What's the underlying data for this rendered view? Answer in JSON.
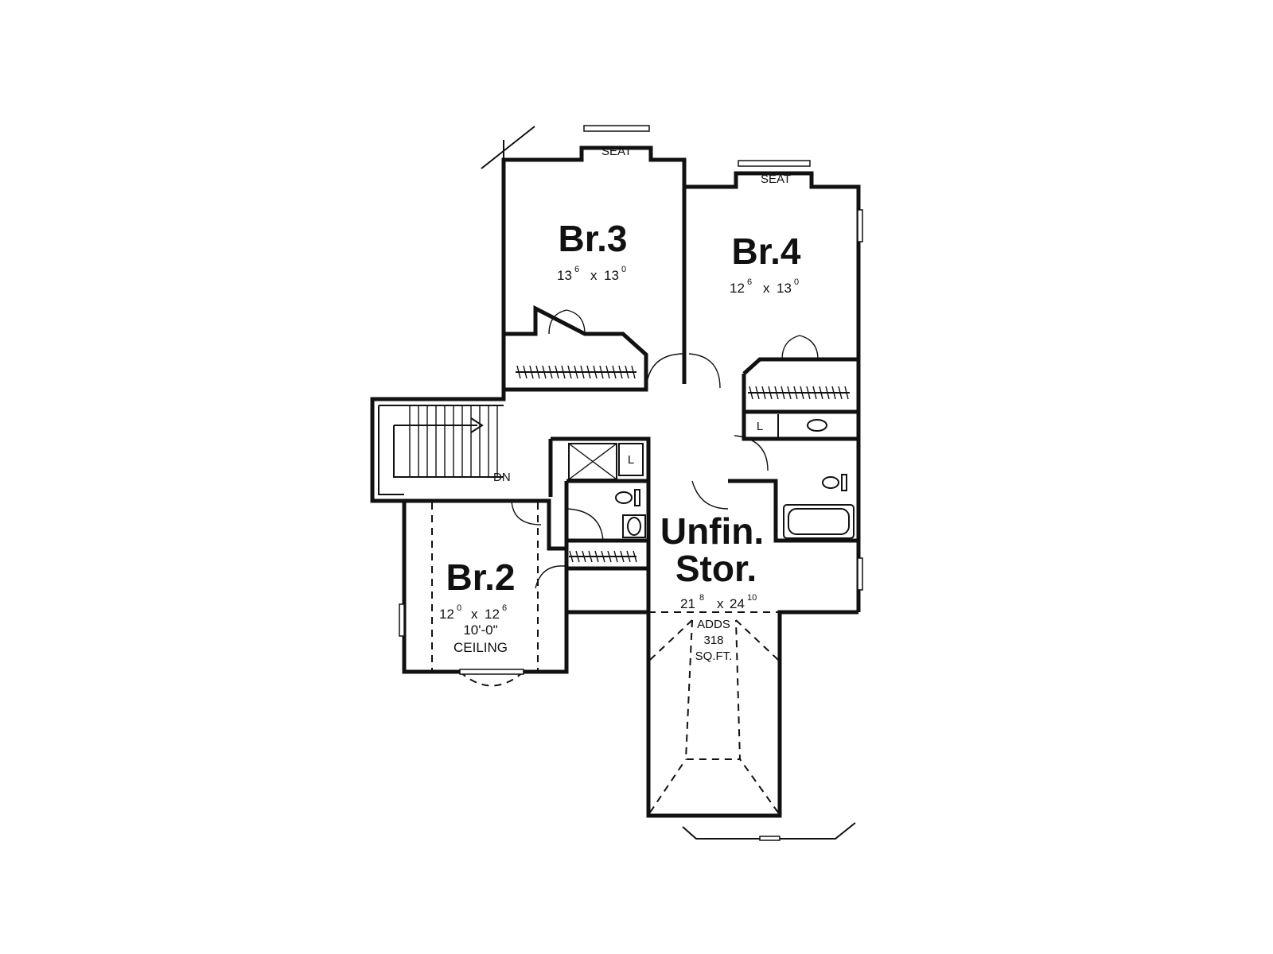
{
  "rooms": {
    "br3": {
      "name": "Br.3",
      "w_ft": "13",
      "w_in": "6",
      "sep": "x",
      "d_ft": "13",
      "d_in": "0"
    },
    "br4": {
      "name": "Br.4",
      "w_ft": "12",
      "w_in": "6",
      "sep": "x",
      "d_ft": "13",
      "d_in": "0"
    },
    "br2": {
      "name": "Br.2",
      "w_ft": "12",
      "w_in": "0",
      "sep": "x",
      "d_ft": "12",
      "d_in": "6",
      "ceiling_height": "10'-0\"",
      "ceiling_label": "CEILING"
    },
    "storage": {
      "name_line1": "Unfin.",
      "name_line2": "Stor.",
      "w_ft": "21",
      "w_in": "8",
      "sep": "x",
      "d_ft": "24",
      "d_in": "10",
      "adds_1": "ADDS",
      "adds_2": "318",
      "adds_3": "SQ.FT."
    }
  },
  "seats": {
    "br3": "SEAT",
    "br4": "SEAT"
  },
  "stairs": {
    "direction": "DN"
  },
  "fixtures": {
    "linen_1": "L",
    "linen_2": "L"
  }
}
